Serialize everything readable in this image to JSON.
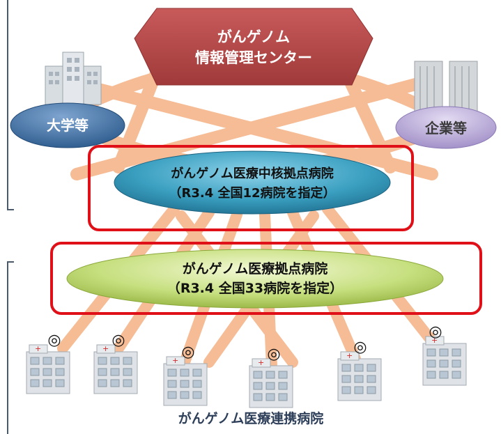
{
  "center": {
    "line1": "がんゲノム",
    "line2": "情報管理センター"
  },
  "university": {
    "label": "大学等"
  },
  "company": {
    "label": "企業等"
  },
  "core_hospital": {
    "line1": "がんゲノム医療中核拠点病院",
    "line2": "（R3.4 全国12病院を指定）"
  },
  "base_hospital": {
    "line1": "がんゲノム医療拠点病院",
    "line2": "（R3.4 全国33病院を指定）"
  },
  "partner_hospitals": {
    "label": "がんゲノム医療連携病院",
    "marker": "◎",
    "items": [
      {
        "id": "h1"
      },
      {
        "id": "h2"
      },
      {
        "id": "h3"
      },
      {
        "id": "h4"
      },
      {
        "id": "h5"
      },
      {
        "id": "h6"
      }
    ]
  },
  "colors": {
    "center_fill": "#b84a4a",
    "network_band": "#f4b183",
    "university_fill": "#3d6fa3",
    "company_fill": "#b3a3d3",
    "core_fill": "#3a9fc0",
    "base_fill": "#c6df7e",
    "highlight_border": "#e01018"
  }
}
